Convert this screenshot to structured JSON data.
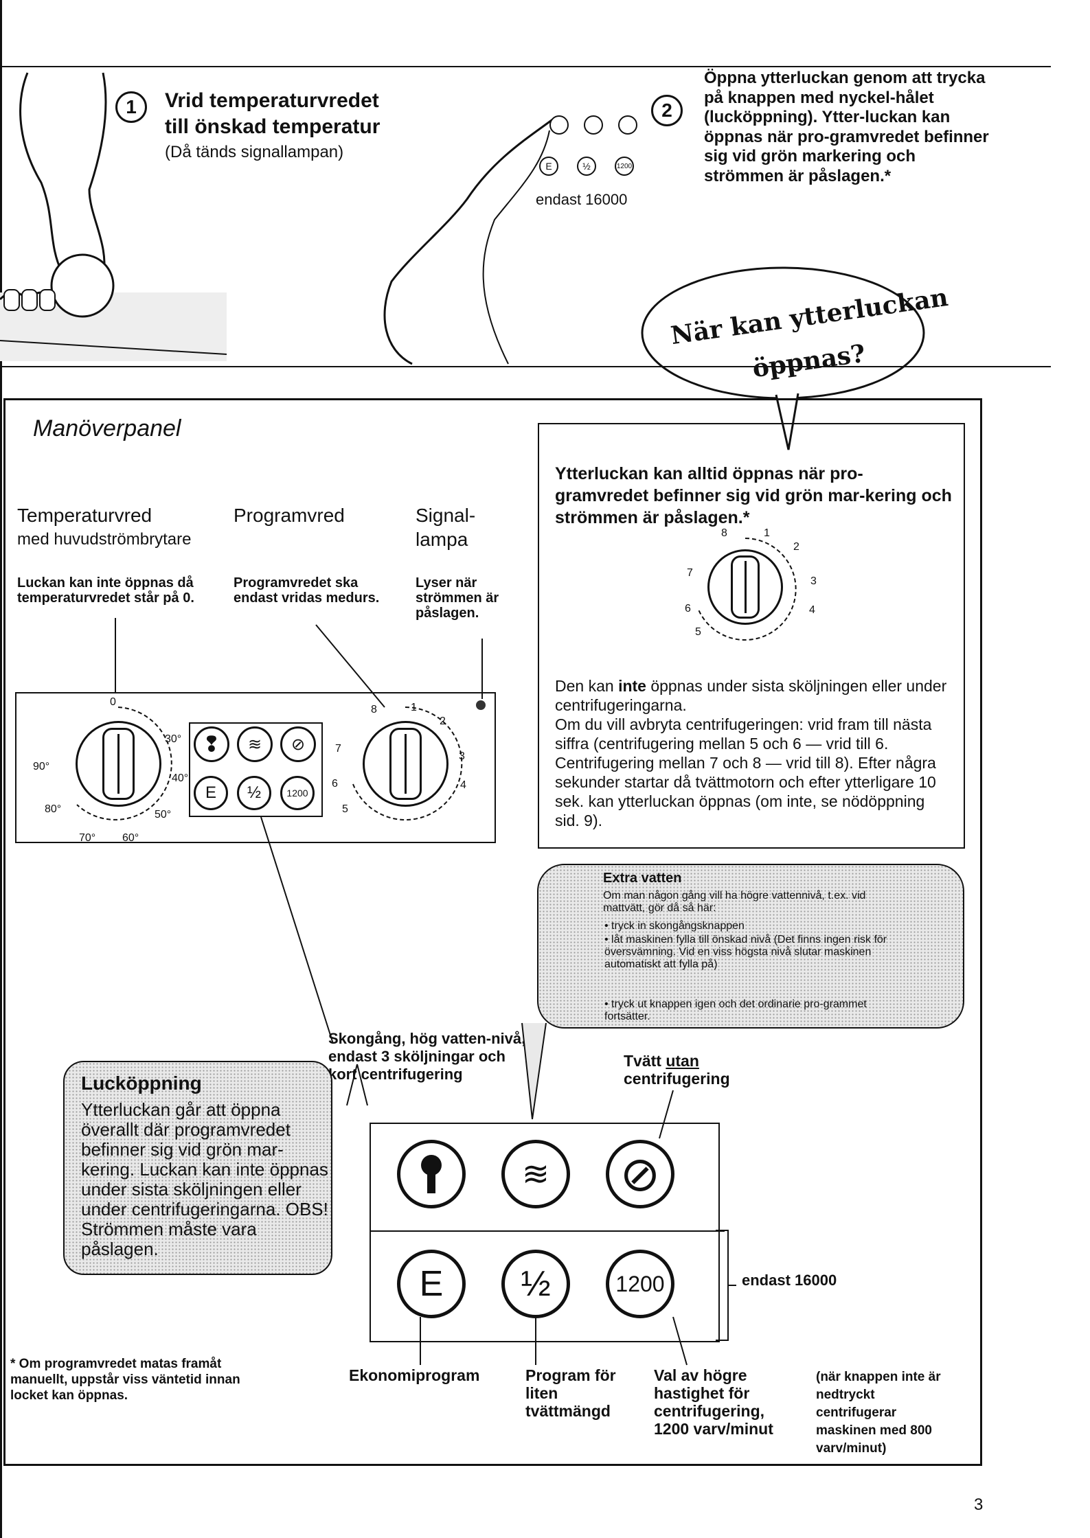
{
  "step1": {
    "num": "1",
    "title_l1": "Vrid temperaturvredet",
    "title_l2": "till önskad temperatur",
    "note": "(Då tänds signallampan)"
  },
  "step2": {
    "num": "2",
    "text": "Öppna ytterluckan genom att trycka på knappen med nyckel-hålet (lucköppning). Ytter-luckan kan öppnas när pro-gramvredet befinner sig vid grön markering och strömmen är påslagen.*",
    "endast": "endast 16000",
    "mini_buttons_top": [
      "",
      "",
      ""
    ],
    "mini_buttons_bottom": [
      "E",
      "½",
      "1200"
    ]
  },
  "bubble": {
    "l1": "När kan ytterluckan",
    "l2": "öppnas?"
  },
  "panel": {
    "title": "Manöverpanel",
    "temp": {
      "title": "Temperaturvred",
      "sub": "med huvudströmbrytare",
      "desc": "Luckan kan inte öppnas då temperaturvredet står på 0.",
      "ticks": [
        "0",
        "30°",
        "40°",
        "50°",
        "60°",
        "70°",
        "80°",
        "90°"
      ]
    },
    "prog": {
      "title": "Programvred",
      "desc": "Programvredet ska endast vridas medurs.",
      "ticks": [
        "1",
        "2",
        "3",
        "4",
        "5",
        "6",
        "7",
        "8"
      ]
    },
    "signal": {
      "title_l1": "Signal-",
      "title_l2": "lampa",
      "desc": "Lyser när strömmen är påslagen."
    },
    "small_buttons": [
      "E",
      "½",
      "1200"
    ]
  },
  "infobox": {
    "heading": "Ytterluckan kan alltid öppnas när pro-gramvredet befinner sig vid grön mar-kering och strömmen är påslagen.*",
    "body_l1_pre": "Den kan ",
    "body_l1_bold": "inte",
    "body_l1_post": " öppnas under sista sköljningen eller under centrifugeringarna.",
    "body_l2": "Om du vill avbryta centrifugeringen: vrid fram till nästa siffra (centrifugering mellan 5 och 6 — vrid till 6. Centrifugering mellan 7 och 8 — vrid till 8). Efter några sekunder startar då tvättmotorn och efter ytterligare 10 sek. kan ytterluckan öppnas (om inte, se nödöppning sid. 9).",
    "dial_ticks": [
      "1",
      "2",
      "3",
      "4",
      "5",
      "6",
      "7",
      "8"
    ]
  },
  "extra": {
    "title": "Extra vatten",
    "intro": "Om man någon gång vill ha högre vattennivå, t.ex. vid mattvätt, gör då så här:",
    "items": [
      "tryck in skongångsknappen",
      "låt maskinen fylla till önskad nivå (Det finns ingen risk för översvämning. Vid en viss högsta nivå slutar maskinen automatiskt att fylla på)",
      "tryck ut knappen igen och det ordinarie pro-grammet fortsätter."
    ]
  },
  "skongang": "Skongång, hög vatten-nivå, endast 3 sköljningar och kort centrifugering",
  "utan": {
    "pre": "Tvätt ",
    "u": "utan",
    "post": "centrifugering"
  },
  "luck": {
    "title": "Lucköppning",
    "text": "Ytterluckan går att öppna överallt där programvredet befinner sig vid grön mar-kering. Luckan kan inte öppnas under sista sköljningen eller under centrifugeringarna. OBS! Strömmen måste vara påslagen."
  },
  "big_buttons_bottom": [
    "E",
    "½",
    "1200"
  ],
  "endast16000": "endast 16000",
  "labels": {
    "eko": "Ekonomiprogram",
    "liten": "Program för liten tvättmängd",
    "valav": "Val av högre hastighet för centrifugering, 1200 varv/minut",
    "nar": "(när knappen inte är nedtryckt centrifugerar maskinen med 800 varv/minut)"
  },
  "footnote": "* Om programvredet matas framåt manuellt, uppstår viss väntetid innan locket kan öppnas.",
  "page_number": "3"
}
